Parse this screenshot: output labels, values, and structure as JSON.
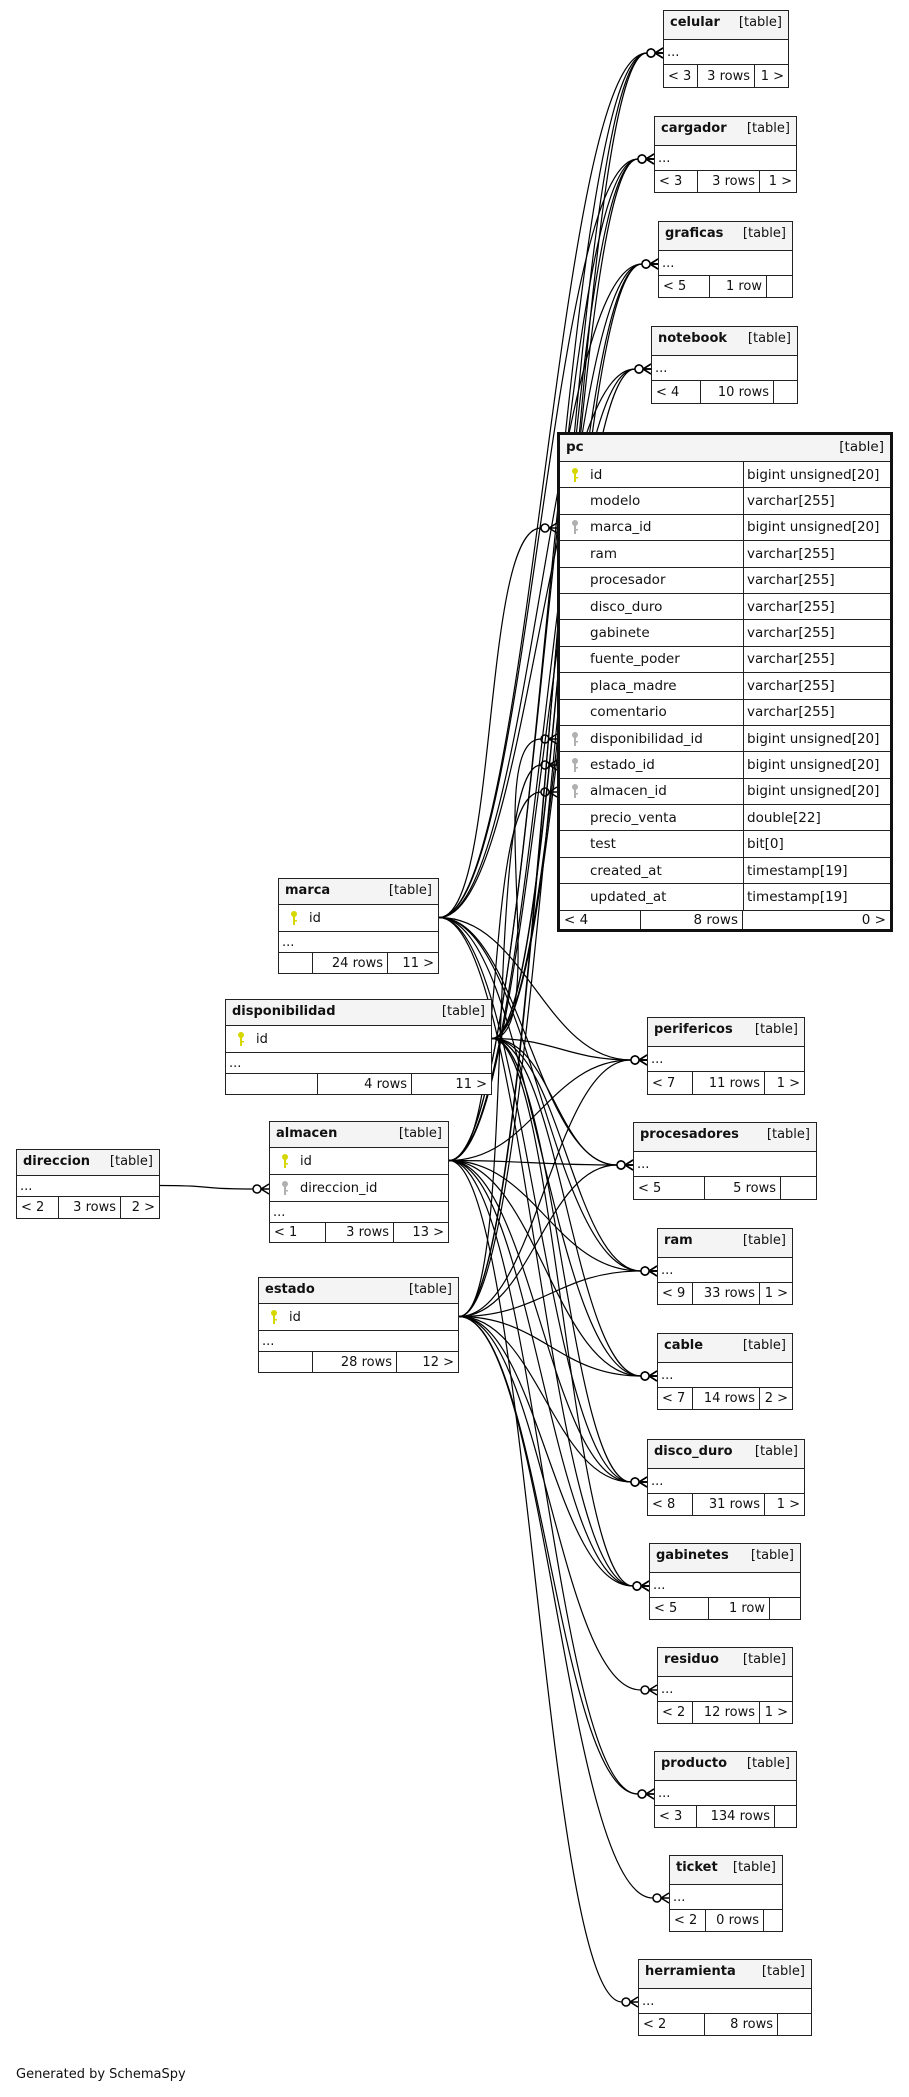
{
  "footer_text": "Generated by SchemaSpy",
  "table_label": "[table]",
  "more_label": "...",
  "colors": {
    "pk_key": "#d6d600",
    "fk_key": "#b0b0b0",
    "header_bg": "#f4f4f4"
  },
  "tables": [
    {
      "name": "celular",
      "footer": [
        "< 3",
        "3 rows",
        "1 >"
      ]
    },
    {
      "name": "cargador",
      "footer": [
        "< 3",
        "3 rows",
        "1 >"
      ]
    },
    {
      "name": "graficas",
      "footer": [
        "< 5",
        "1 row",
        ""
      ]
    },
    {
      "name": "notebook",
      "footer": [
        "< 4",
        "10 rows",
        ""
      ]
    },
    {
      "name": "pc",
      "columns": [
        {
          "name": "id",
          "type": "bigint unsigned[20]",
          "key": "pk"
        },
        {
          "name": "modelo",
          "type": "varchar[255]"
        },
        {
          "name": "marca_id",
          "type": "bigint unsigned[20]",
          "key": "fk"
        },
        {
          "name": "ram",
          "type": "varchar[255]"
        },
        {
          "name": "procesador",
          "type": "varchar[255]"
        },
        {
          "name": "disco_duro",
          "type": "varchar[255]"
        },
        {
          "name": "gabinete",
          "type": "varchar[255]"
        },
        {
          "name": "fuente_poder",
          "type": "varchar[255]"
        },
        {
          "name": "placa_madre",
          "type": "varchar[255]"
        },
        {
          "name": "comentario",
          "type": "varchar[255]"
        },
        {
          "name": "disponibilidad_id",
          "type": "bigint unsigned[20]",
          "key": "fk"
        },
        {
          "name": "estado_id",
          "type": "bigint unsigned[20]",
          "key": "fk"
        },
        {
          "name": "almacen_id",
          "type": "bigint unsigned[20]",
          "key": "fk"
        },
        {
          "name": "precio_venta",
          "type": "double[22]"
        },
        {
          "name": "test",
          "type": "bit[0]"
        },
        {
          "name": "created_at",
          "type": "timestamp[19]"
        },
        {
          "name": "updated_at",
          "type": "timestamp[19]"
        }
      ],
      "footer": [
        "< 4",
        "8 rows",
        "0 >"
      ]
    },
    {
      "name": "perifericos",
      "footer": [
        "< 7",
        "11 rows",
        "1 >"
      ]
    },
    {
      "name": "procesadores",
      "footer": [
        "< 5",
        "5 rows",
        ""
      ]
    },
    {
      "name": "ram",
      "footer": [
        "< 9",
        "33 rows",
        "1 >"
      ]
    },
    {
      "name": "cable",
      "footer": [
        "< 7",
        "14 rows",
        "2 >"
      ]
    },
    {
      "name": "disco_duro",
      "footer": [
        "< 8",
        "31 rows",
        "1 >"
      ]
    },
    {
      "name": "gabinetes",
      "footer": [
        "< 5",
        "1 row",
        ""
      ]
    },
    {
      "name": "residuo",
      "footer": [
        "< 2",
        "12 rows",
        "1 >"
      ]
    },
    {
      "name": "producto",
      "footer": [
        "< 3",
        "134 rows",
        ""
      ]
    },
    {
      "name": "ticket",
      "footer": [
        "< 2",
        "0 rows",
        ""
      ]
    },
    {
      "name": "herramienta",
      "footer": [
        "< 2",
        "8 rows",
        ""
      ]
    },
    {
      "name": "marca",
      "columns": [
        {
          "name": "id",
          "key": "pk"
        }
      ],
      "more": true,
      "footer": [
        "",
        "24 rows",
        "11 >"
      ]
    },
    {
      "name": "disponibilidad",
      "columns": [
        {
          "name": "id",
          "key": "pk"
        }
      ],
      "more": true,
      "footer": [
        "",
        "4 rows",
        "11 >"
      ]
    },
    {
      "name": "direccion",
      "footer": [
        "< 2",
        "3 rows",
        "2 >"
      ]
    },
    {
      "name": "almacen",
      "columns": [
        {
          "name": "id",
          "key": "pk"
        },
        {
          "name": "direccion_id",
          "key": "fk"
        }
      ],
      "more": true,
      "footer": [
        "< 1",
        "3 rows",
        "13 >"
      ]
    },
    {
      "name": "estado",
      "columns": [
        {
          "name": "id",
          "key": "pk"
        }
      ],
      "more": true,
      "footer": [
        "",
        "28 rows",
        "12 >"
      ]
    }
  ],
  "relationships": [
    {
      "parent": "direccion",
      "child": "almacen",
      "child_column": "direccion_id",
      "from": "more"
    },
    {
      "parent": "marca",
      "child": "pc",
      "child_column": "marca_id"
    },
    {
      "parent": "disponibilidad",
      "child": "pc",
      "child_column": "disponibilidad_id"
    },
    {
      "parent": "estado",
      "child": "pc",
      "child_column": "estado_id"
    },
    {
      "parent": "almacen",
      "child": "pc",
      "child_column": "almacen_id"
    },
    {
      "parent": "marca",
      "children": [
        "celular",
        "cargador",
        "graficas",
        "notebook",
        "perifericos",
        "procesadores",
        "ram",
        "cable",
        "disco_duro",
        "gabinetes"
      ]
    },
    {
      "parent": "disponibilidad",
      "children": [
        "celular",
        "cargador",
        "graficas",
        "notebook",
        "perifericos",
        "procesadores",
        "ram",
        "cable",
        "disco_duro",
        "gabinetes"
      ]
    },
    {
      "parent": "almacen",
      "children": [
        "celular",
        "cargador",
        "graficas",
        "notebook",
        "perifericos",
        "procesadores",
        "ram",
        "cable",
        "disco_duro",
        "gabinetes",
        "producto",
        "herramienta"
      ]
    },
    {
      "parent": "estado",
      "children": [
        "celular",
        "cargador",
        "graficas",
        "perifericos",
        "procesadores",
        "ram",
        "cable",
        "disco_duro",
        "gabinetes",
        "residuo",
        "producto",
        "ticket"
      ]
    }
  ]
}
